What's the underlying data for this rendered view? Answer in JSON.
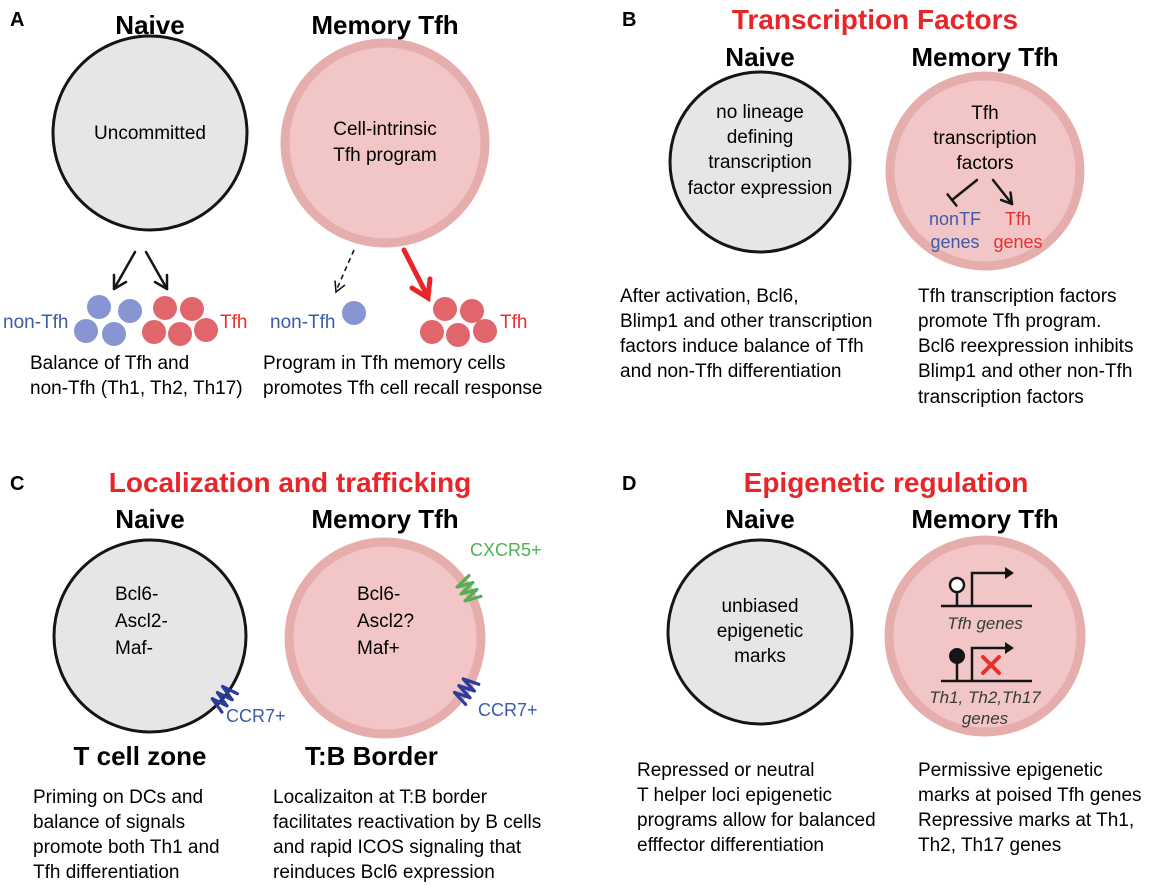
{
  "colors": {
    "naive_cell": "#e6e6e9",
    "memory_cell": "#f2c6c6",
    "memory_cell_rim": "#e6adad",
    "title_red": "#e8262a",
    "tfh_label": "#e8302f",
    "tfh_cell": "#e0666c",
    "nontfh_label": "#3d5aa9",
    "nontfh_cell": "#8895d3",
    "cxcr5_green": "#52b151",
    "ccr7_blue": "#2a3d9c",
    "repress_x": "#e53030"
  },
  "panel_a": {
    "letter": "A",
    "naive": {
      "heading": "Naive",
      "cell_text": "Uncommitted",
      "nontfh_label": "non-Tfh",
      "tfh_label": "Tfh",
      "caption": [
        "Balance of Tfh and",
        "non-Tfh (Th1, Th2, Th17)"
      ]
    },
    "memory": {
      "heading": "Memory Tfh",
      "cell_text": [
        "Cell-intrinsic",
        "Tfh program"
      ],
      "nontfh_label": "non-Tfh",
      "tfh_label": "Tfh",
      "caption": [
        "Program in Tfh memory cells",
        "promotes Tfh cell recall response"
      ]
    }
  },
  "panel_b": {
    "letter": "B",
    "title": "Transcription Factors",
    "naive": {
      "heading": "Naive",
      "cell_text": [
        "no lineage",
        "defining",
        "transcription",
        "factor expression"
      ],
      "caption": [
        "After activation, Bcl6,",
        "Blimp1 and other transcription",
        "factors induce balance of Tfh",
        "and non-Tfh differentiation"
      ]
    },
    "memory": {
      "heading": "Memory Tfh",
      "cell_text": [
        "Tfh",
        "transcription",
        "factors"
      ],
      "inhibited_target": [
        "nonTF",
        "genes"
      ],
      "promoted_target": [
        "Tfh",
        "genes"
      ],
      "caption": [
        "Tfh transcription factors",
        "promote Tfh program.",
        "Bcl6 reexpression inhibits",
        "Blimp1 and other non-Tfh",
        "transcription factors"
      ]
    }
  },
  "panel_c": {
    "letter": "C",
    "title": "Localization and trafficking",
    "naive": {
      "heading": "Naive",
      "cell_text": [
        "Bcl6-",
        "Ascl2-",
        "Maf-"
      ],
      "receptor_label": "CCR7+",
      "location": "T cell zone",
      "caption": [
        "Priming on DCs and",
        "balance of signals",
        "promote both Th1 and",
        "Tfh differentiation"
      ]
    },
    "memory": {
      "heading": "Memory Tfh",
      "cell_text": [
        "Bcl6-",
        "Ascl2?",
        "Maf+"
      ],
      "receptor_label_top": "CXCR5+",
      "receptor_label_bottom": "CCR7+",
      "location": "T:B Border",
      "caption": [
        "Localizaiton at T:B border",
        "facilitates reactivation by B cells",
        "and rapid ICOS signaling that",
        "reinduces Bcl6 expression"
      ]
    }
  },
  "panel_d": {
    "letter": "D",
    "title": "Epigenetic regulation",
    "naive": {
      "heading": "Naive",
      "cell_text": [
        "unbiased",
        "epigenetic",
        "marks"
      ],
      "caption": [
        "Repressed or neutral",
        "T helper loci epigenetic",
        "programs allow for balanced",
        "efffector differentiation"
      ]
    },
    "memory": {
      "heading": "Memory Tfh",
      "poised_gene_label": "Tfh genes",
      "repressed_gene_label": [
        "Th1, Th2,Th17",
        "genes"
      ],
      "caption": [
        "Permissive epigenetic",
        "marks at poised Tfh genes",
        "Repressive marks at Th1,",
        "Th2, Th17 genes"
      ]
    }
  }
}
